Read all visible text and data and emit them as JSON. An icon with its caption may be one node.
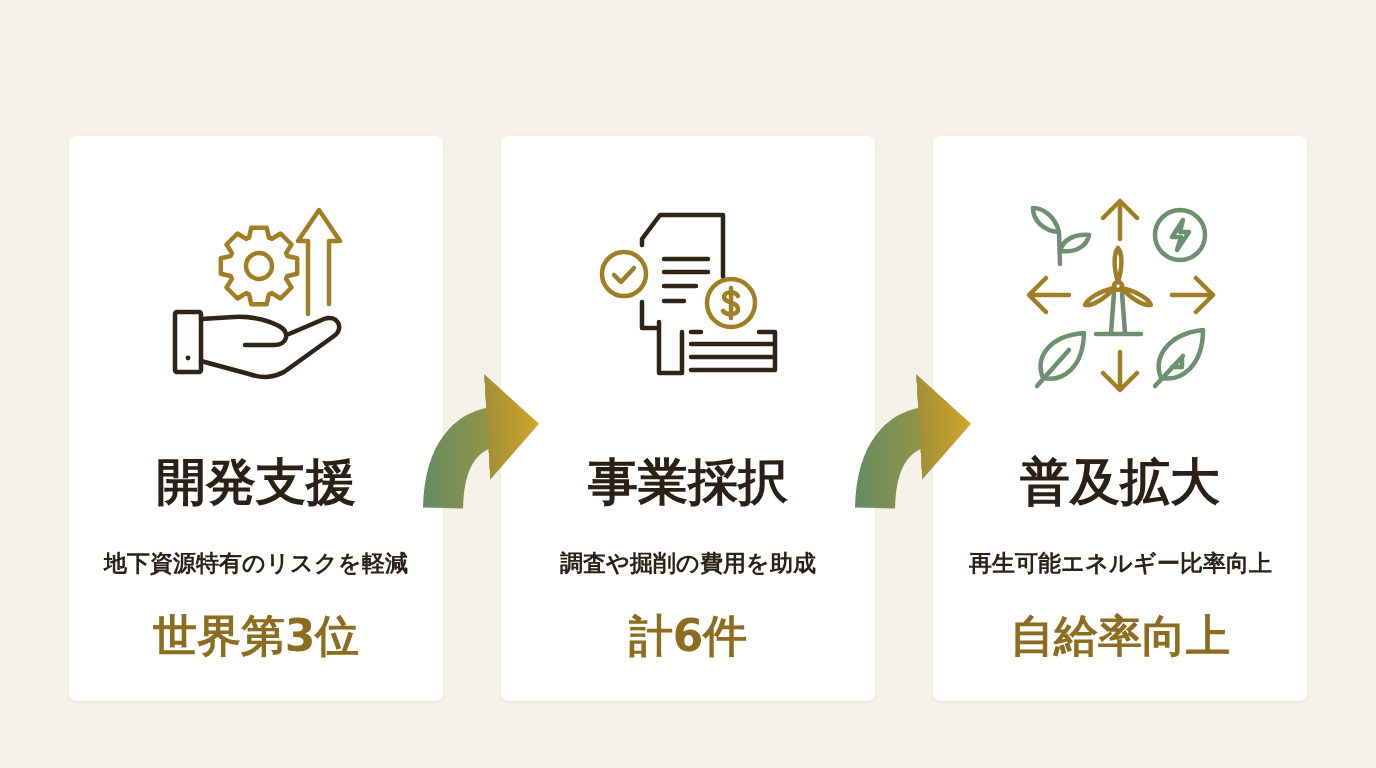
{
  "diagram": {
    "nodes": [
      {
        "text": [
          "開発支援",
          "地下資源特有のリスクを軽減",
          "世界第3位"
        ]
      },
      {
        "text": [
          "事業採択",
          "調査や掘削の費用を助成",
          "計6件"
        ]
      },
      {
        "text": [
          "普及拡大",
          "再生可能エネルギー比率向上",
          "自給率向上"
        ]
      }
    ],
    "edges": [
      {
        "from": 0,
        "to": 1,
        "arrow": "to"
      },
      {
        "from": 1,
        "to": 2,
        "arrow": "to"
      }
    ]
  }
}
